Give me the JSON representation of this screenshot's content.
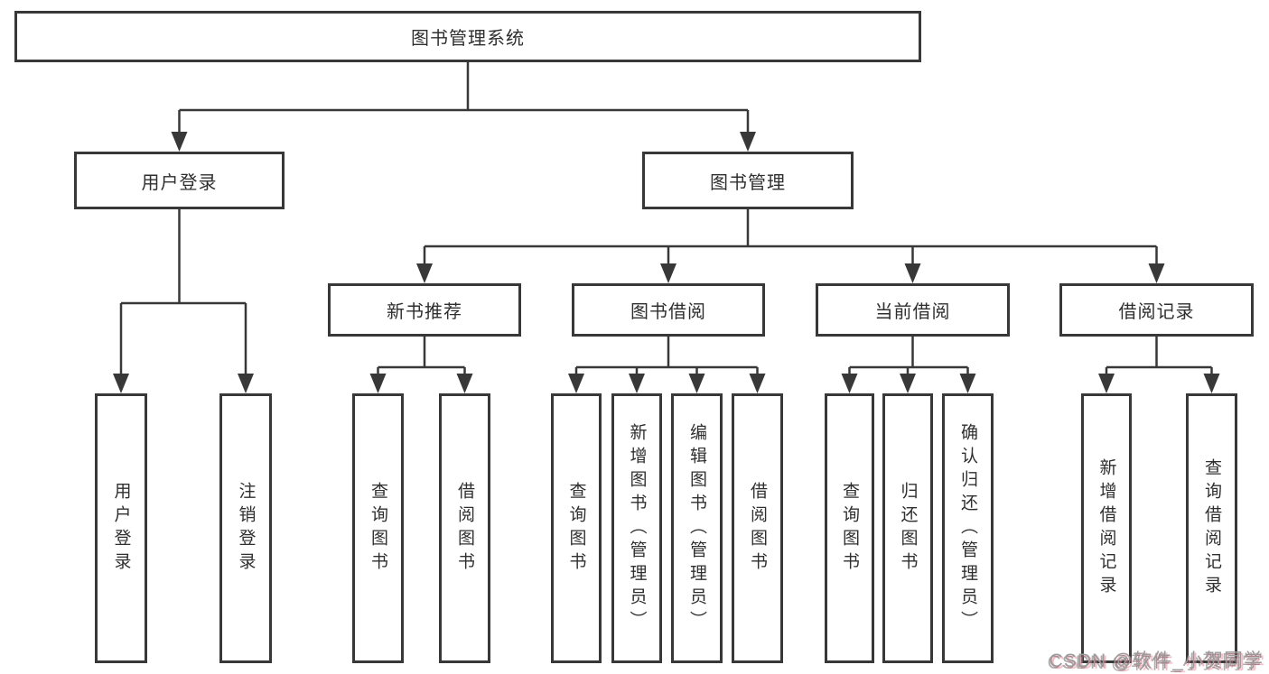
{
  "tree": {
    "root": {
      "label": "图书管理系统",
      "children": [
        {
          "label": "用户登录",
          "children": [
            {
              "label": "用户登录"
            },
            {
              "label": "注销登录"
            }
          ]
        },
        {
          "label": "图书管理",
          "children": [
            {
              "label": "新书推荐",
              "children": [
                {
                  "label": "查询图书"
                },
                {
                  "label": "借阅图书"
                }
              ]
            },
            {
              "label": "图书借阅",
              "children": [
                {
                  "label": "查询图书"
                },
                {
                  "label": "新增图书（管理员）"
                },
                {
                  "label": "编辑图书（管理员）"
                },
                {
                  "label": "借阅图书"
                }
              ]
            },
            {
              "label": "当前借阅",
              "children": [
                {
                  "label": "查询图书"
                },
                {
                  "label": "归还图书"
                },
                {
                  "label": "确认归还（管理员）"
                }
              ]
            },
            {
              "label": "借阅记录",
              "children": [
                {
                  "label": "新增借阅记录"
                },
                {
                  "label": "查询借阅记录"
                }
              ]
            }
          ]
        }
      ]
    }
  },
  "watermark": {
    "text": "CSDN @软件_小贺同学"
  },
  "colors": {
    "line": "#383838",
    "box_border": "#383838",
    "box_fill": "#ffffff",
    "text": "#2f2f2f",
    "watermark_text": "#9a9a9a",
    "watermark_shadow_pink": "#f08296"
  }
}
